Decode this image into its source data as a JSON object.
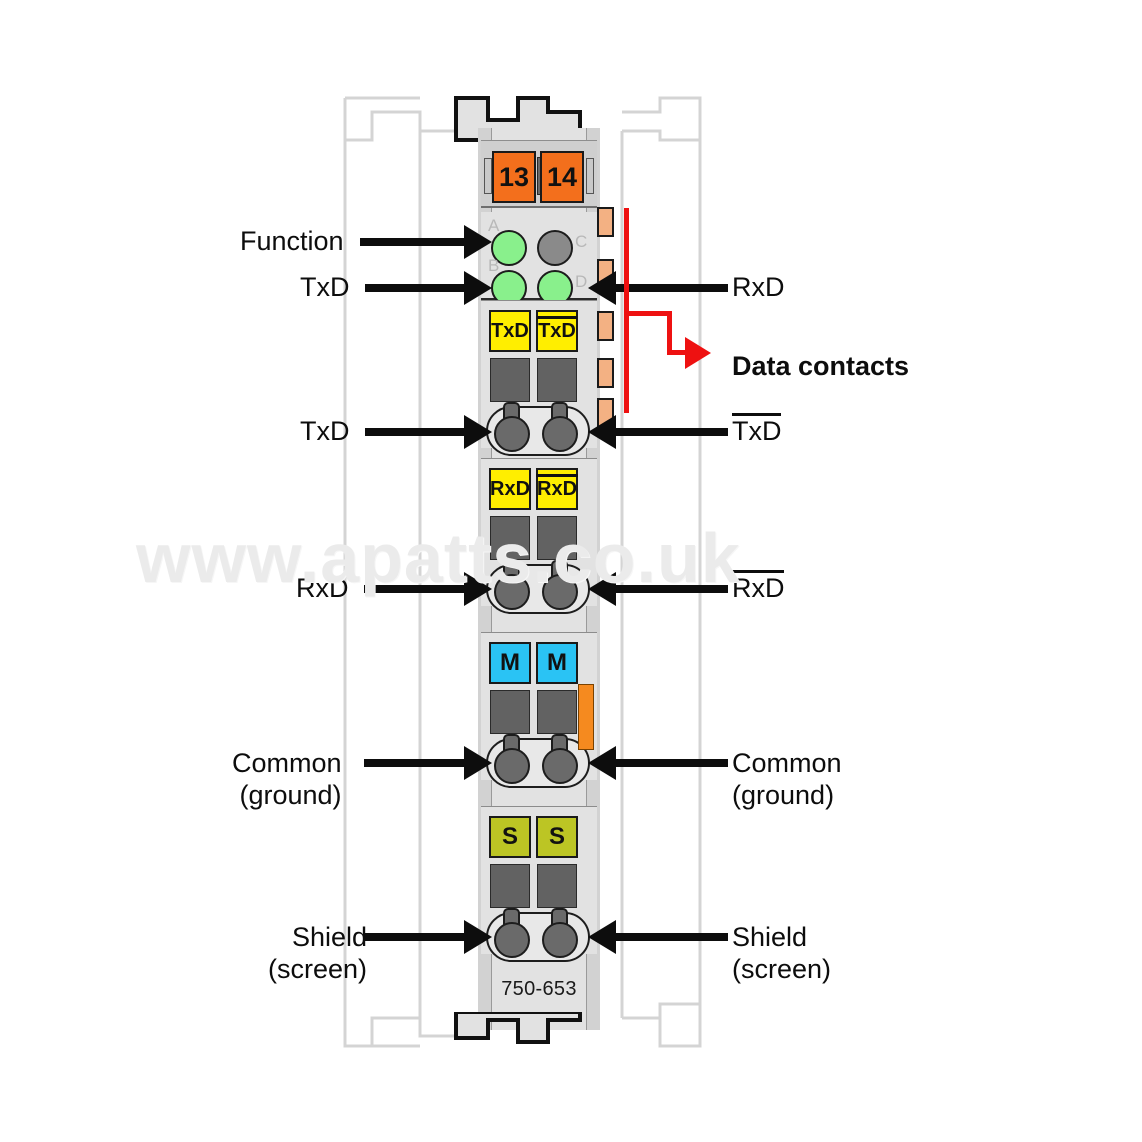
{
  "module": {
    "part_number": "750-653",
    "fuses": [
      {
        "label": "13"
      },
      {
        "label": "14"
      }
    ],
    "leds": [
      {
        "name": "A",
        "label": "A",
        "state": "green"
      },
      {
        "name": "C",
        "label": "C",
        "state": "grey"
      },
      {
        "name": "B",
        "label": "B",
        "state": "green"
      },
      {
        "name": "D",
        "label": "D",
        "state": "green"
      }
    ],
    "terminal_groups": [
      {
        "chip_color": "yellow",
        "chips": [
          {
            "text": "TxD",
            "overline": false
          },
          {
            "text": "TxD",
            "overline": true
          }
        ]
      },
      {
        "chip_color": "yellow",
        "chips": [
          {
            "text": "RxD",
            "overline": false
          },
          {
            "text": "RxD",
            "overline": true
          }
        ]
      },
      {
        "chip_color": "cyan",
        "chips": [
          {
            "text": "M",
            "overline": false
          },
          {
            "text": "M",
            "overline": false
          }
        ]
      },
      {
        "chip_color": "olive",
        "chips": [
          {
            "text": "S",
            "overline": false
          },
          {
            "text": "S",
            "overline": false
          }
        ]
      }
    ]
  },
  "callouts": {
    "left": [
      {
        "name": "function",
        "line1": "Function",
        "line2": "",
        "overline1": false
      },
      {
        "name": "txd",
        "line1": "TxD",
        "line2": "",
        "overline1": false
      },
      {
        "name": "txd-terminal",
        "line1": "TxD",
        "line2": "",
        "overline1": false
      },
      {
        "name": "rxd-terminal",
        "line1": "RxD",
        "line2": "",
        "overline1": false
      },
      {
        "name": "common",
        "line1": "Common",
        "line2": "(ground)",
        "overline1": false
      },
      {
        "name": "shield",
        "line1": "Shield",
        "line2": "(screen)",
        "overline1": false
      }
    ],
    "right": [
      {
        "name": "rxd",
        "line1": "RxD",
        "line2": "",
        "overline1": false
      },
      {
        "name": "txd-inv-terminal",
        "line1": "TxD",
        "line2": "",
        "overline1": true
      },
      {
        "name": "rxd-inv-terminal",
        "line1": "RxD",
        "line2": "",
        "overline1": true
      },
      {
        "name": "common",
        "line1": "Common",
        "line2": "(ground)",
        "overline1": false
      },
      {
        "name": "shield",
        "line1": "Shield",
        "line2": "(screen)",
        "overline1": false
      }
    ],
    "data_contacts": {
      "label": "Data contacts",
      "color": "#ee1111"
    }
  },
  "watermark": {
    "text": "www.apatts.co.uk"
  },
  "colors": {
    "fuse_orange": "#f36f1c",
    "led_green": "#89f08c",
    "led_grey": "#8a8a8a",
    "chip_yellow": "#ffee00",
    "chip_cyan": "#2ac3f4",
    "chip_olive": "#bcc524",
    "data_contact": "#f3b183",
    "body_grey": "#e2e2e2",
    "red": "#ee1111"
  }
}
